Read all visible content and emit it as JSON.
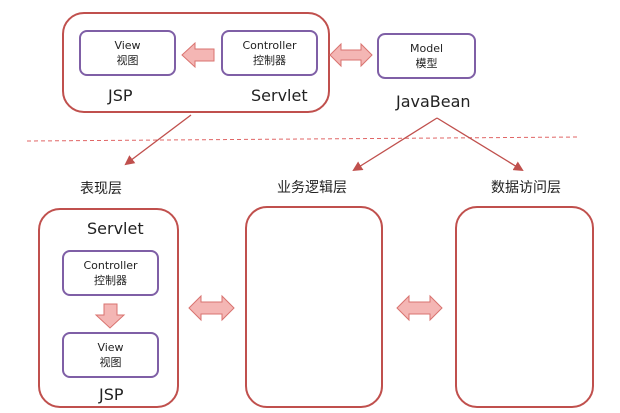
{
  "top": {
    "view_box": {
      "line1": "View",
      "line2": "视图"
    },
    "controller_box": {
      "line1": "Controller",
      "line2": "控制器"
    },
    "model_box": {
      "line1": "Model",
      "line2": "模型"
    },
    "jsp_label": "JSP",
    "servlet_label": "Servlet",
    "javabean_label": "JavaBean"
  },
  "layers": {
    "presentation": "表现层",
    "business": "业务逻辑层",
    "data_access": "数据访问层"
  },
  "bottom": {
    "servlet_label": "Servlet",
    "controller_box": {
      "line1": "Controller",
      "line2": "控制器"
    },
    "view_box": {
      "line1": "View",
      "line2": "视图"
    },
    "jsp_label": "JSP"
  },
  "colors": {
    "container_border": "#c0504d",
    "inner_box_border": "#7f5fa6",
    "block_arrow_fill": "#f4b6b4",
    "block_arrow_stroke": "#d9736f",
    "pointer_line": "#c0504d",
    "dashed_divider": "#e06666"
  }
}
